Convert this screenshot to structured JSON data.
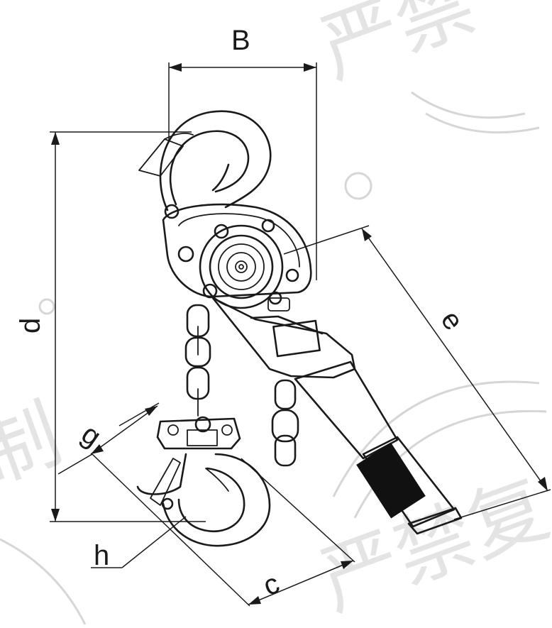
{
  "labels": {
    "B": "B",
    "d": "d",
    "e": "e",
    "g": "g",
    "h": "h",
    "c": "c"
  },
  "watermark": {
    "chars_top": "严禁",
    "chars_bottom": "严禁复",
    "chars_left": "制"
  }
}
